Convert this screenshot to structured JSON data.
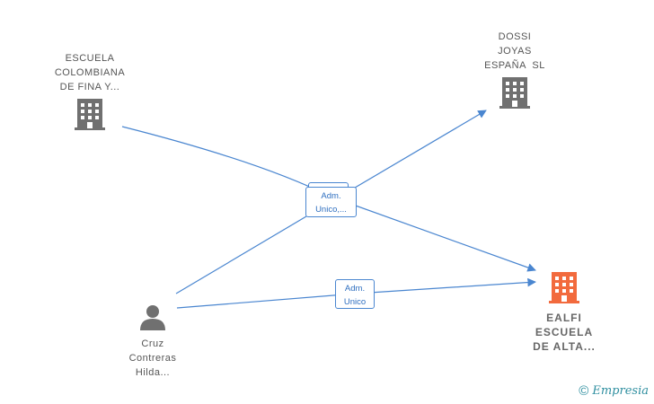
{
  "nodes": {
    "escuela_colombiana": {
      "label_lines": [
        "ESCUELA",
        "COLOMBIANA",
        "DE FINA Y..."
      ],
      "icon": "building-icon",
      "color": "#707070"
    },
    "dossi": {
      "label_lines": [
        "DOSSI",
        "JOYAS",
        "ESPAÑA  SL"
      ],
      "icon": "building-icon",
      "color": "#707070"
    },
    "ealfi": {
      "label_lines": [
        "EALFI",
        "ESCUELA",
        "DE ALTA..."
      ],
      "icon": "building-icon",
      "color": "#f26a3d"
    },
    "cruz": {
      "label_lines": [
        "Cruz",
        "Contreras",
        "Hilda..."
      ],
      "icon": "person-icon",
      "color": "#707070"
    }
  },
  "edge_labels": {
    "shared": [
      "Adm.",
      "Unico,..."
    ],
    "cruz_ealfi": [
      "Adm.",
      "Unico"
    ]
  },
  "colors": {
    "edge": "#4a86d0"
  },
  "brand": {
    "copyright": "©",
    "name": "Empresia"
  }
}
